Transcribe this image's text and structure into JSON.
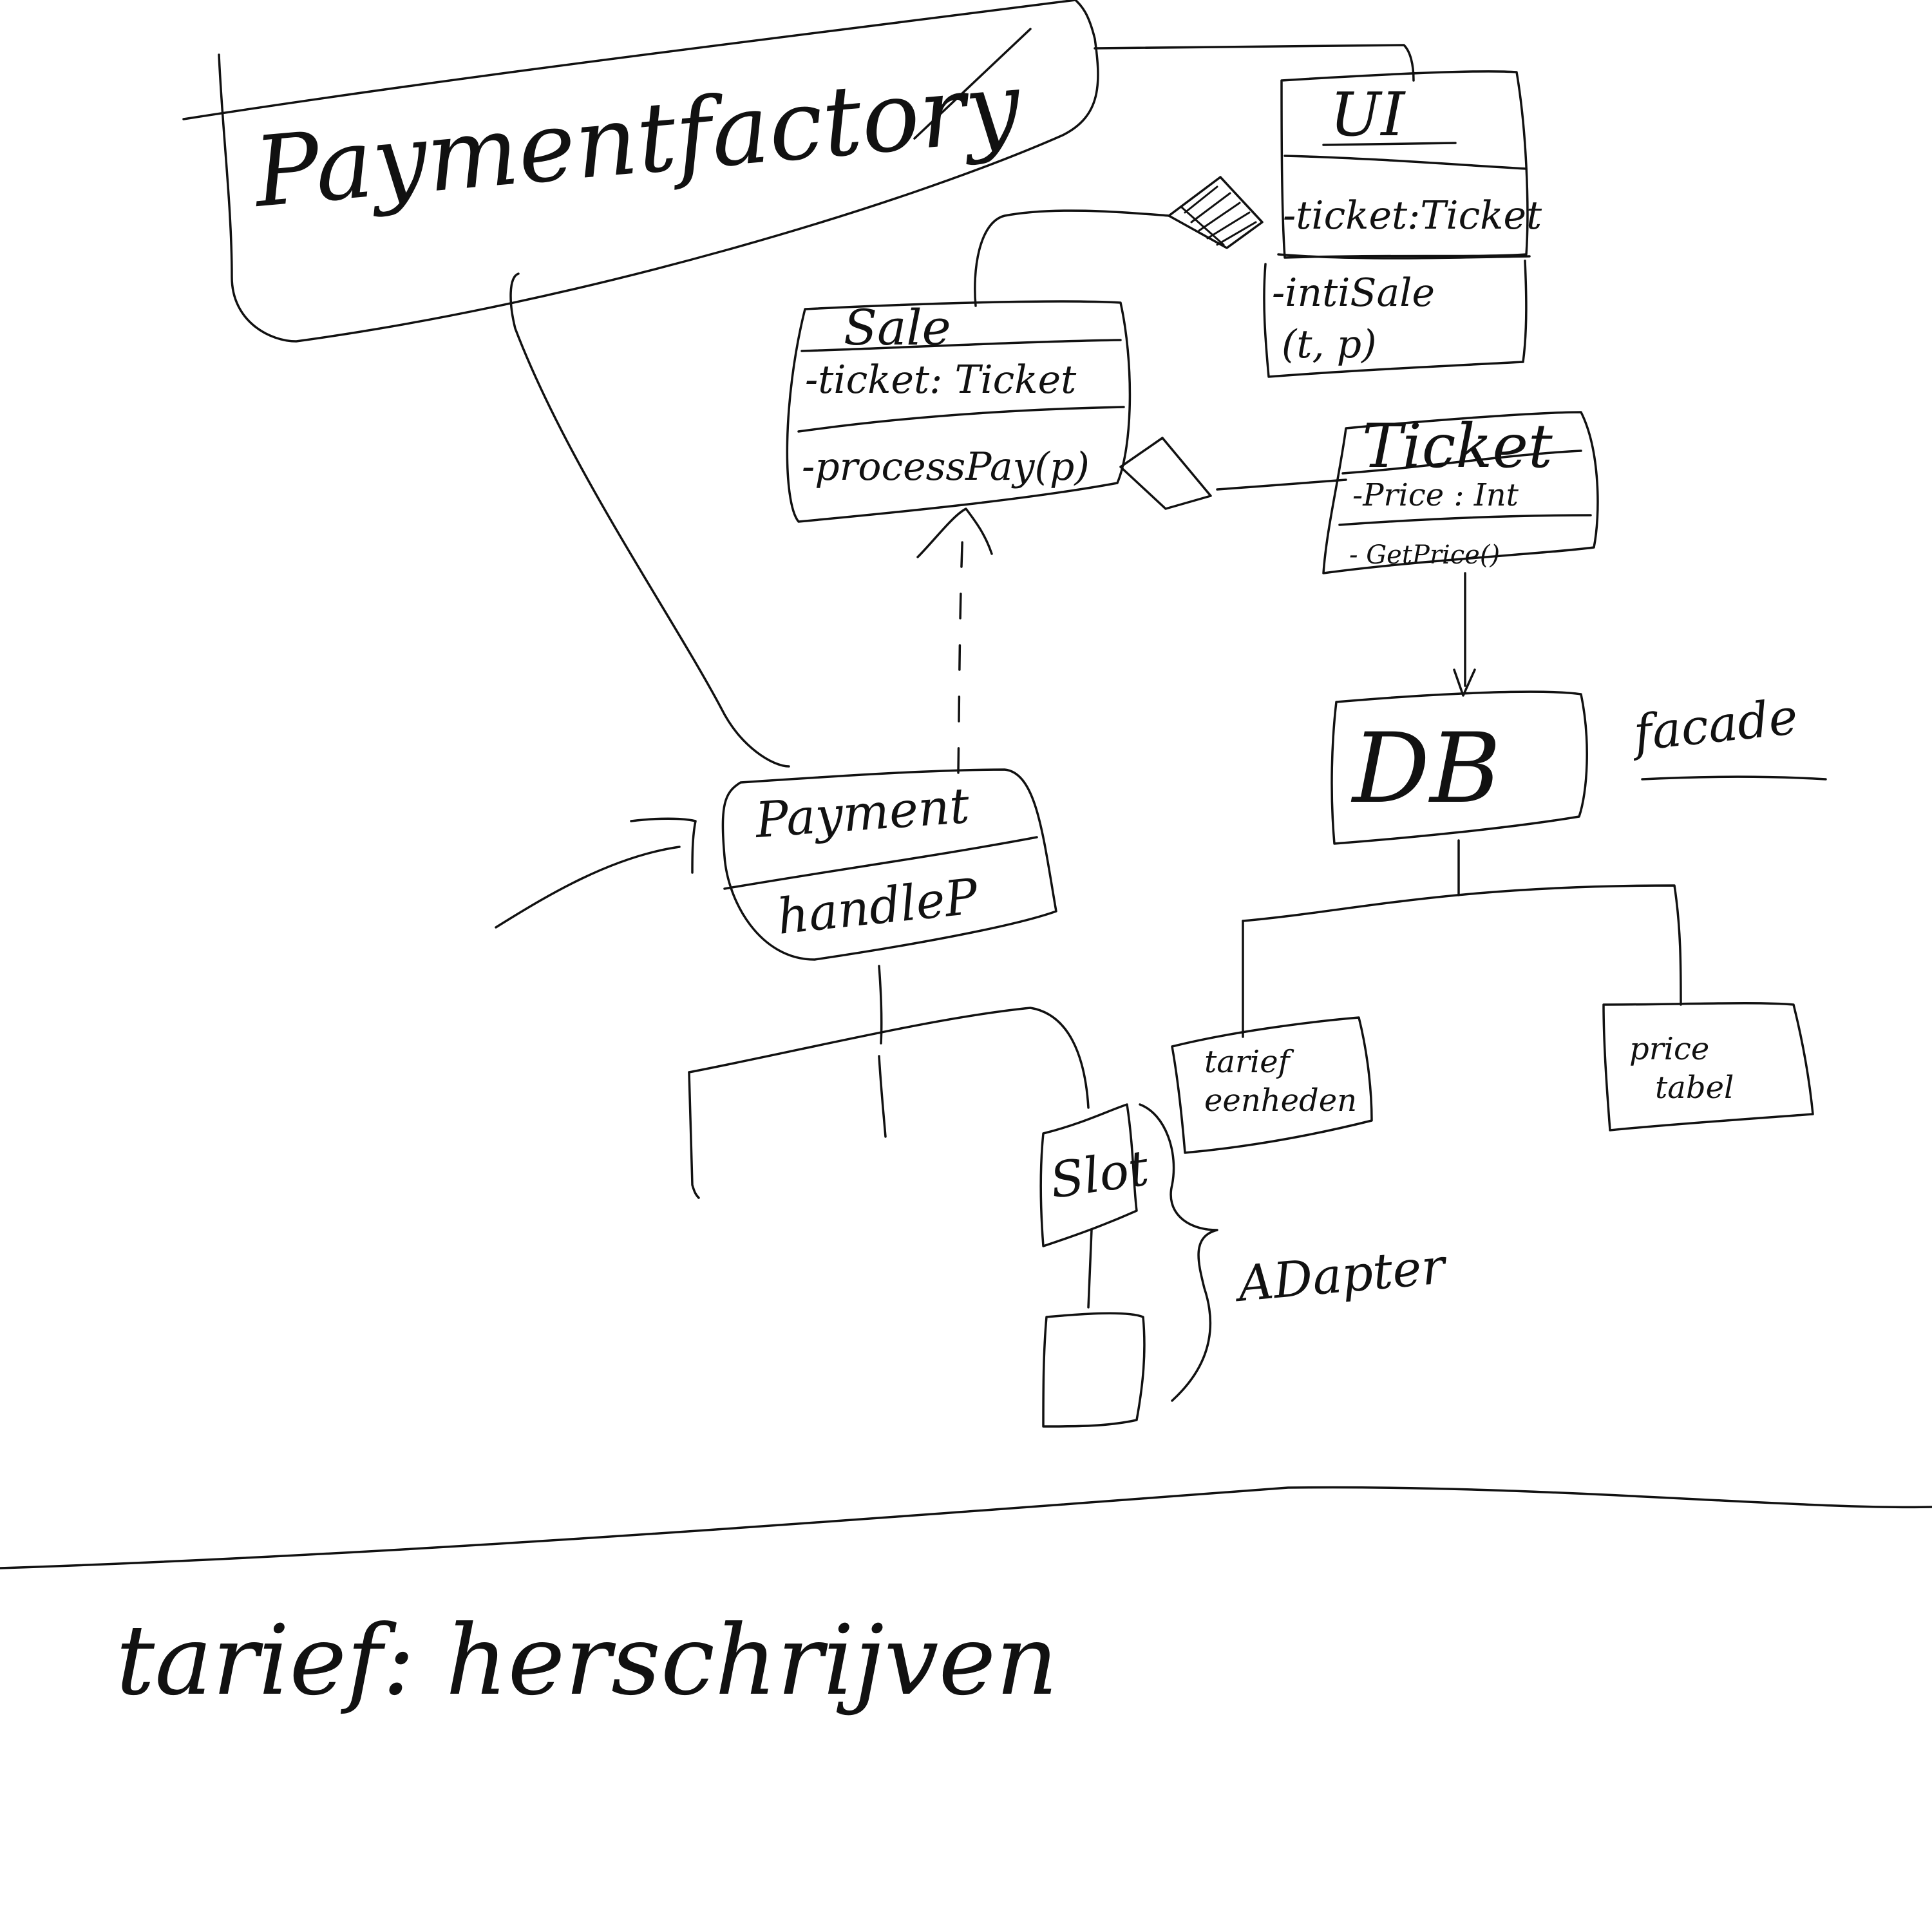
{
  "diagram": {
    "classes": {
      "payment_factory": {
        "title": "Paymentfactory"
      },
      "ui": {
        "title": "UI",
        "attribute": "-ticket:Ticket",
        "operation": "-intiSale",
        "params": "(t, p)"
      },
      "sale": {
        "title": "Sale",
        "attribute": "-ticket: Ticket",
        "operation": "-processPay(p)"
      },
      "ticket": {
        "title": "Ticket",
        "attribute": "-Price : Int",
        "operation": "- GetPrice()"
      },
      "db": {
        "title": "DB"
      },
      "payment_handler": {
        "title": "Payment",
        "subtitle": "handleP"
      },
      "tarief_eenheden": {
        "line1": "tarief",
        "line2": "eenheden"
      },
      "price_tabel": {
        "line1": "price",
        "line2": "tabel"
      },
      "slot": {
        "title": "Slot"
      }
    },
    "annotations": {
      "facade": "facade",
      "adapter": "ADapter"
    },
    "footer_note": "tarief: herschrijven"
  }
}
